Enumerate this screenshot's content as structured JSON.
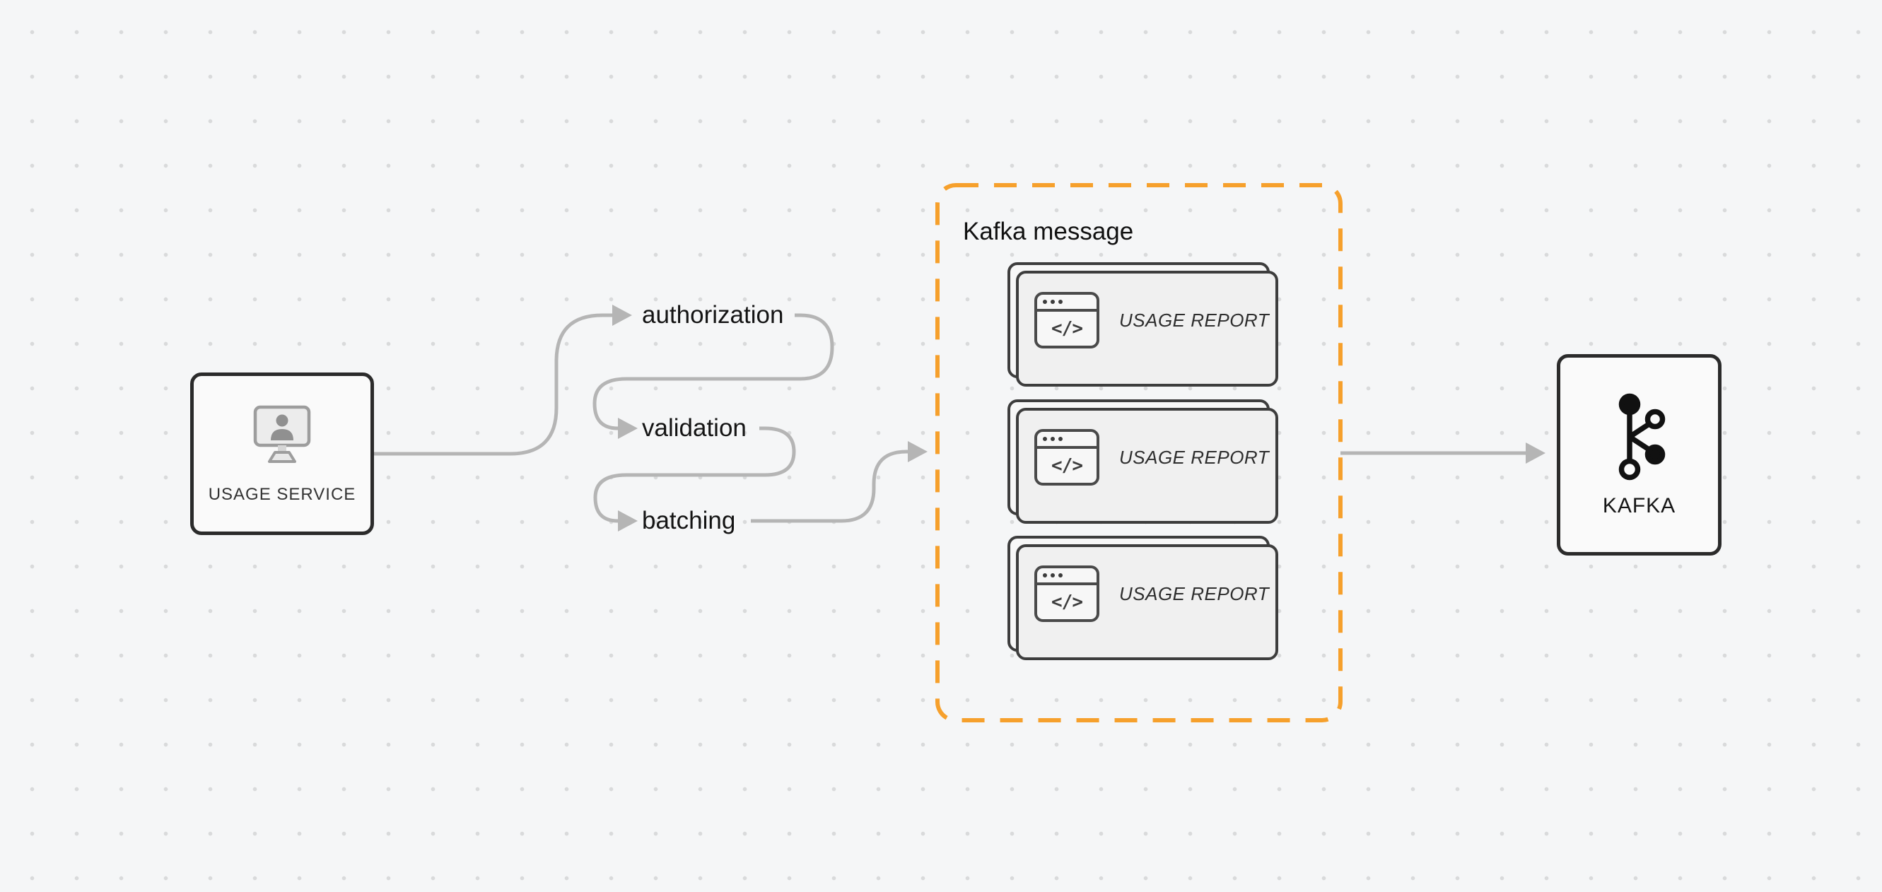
{
  "canvas": {
    "background_color": "#f5f6f7",
    "dot_color": "#d9dadb"
  },
  "usage_service": {
    "label": "USAGE SERVICE",
    "icon": "user-monitor-icon"
  },
  "pipeline_steps": [
    {
      "label": "authorization"
    },
    {
      "label": "validation"
    },
    {
      "label": "batching"
    }
  ],
  "kafka_group": {
    "title": "Kafka message",
    "reports": [
      {
        "label": "USAGE REPORT",
        "icon": "browser-code-icon",
        "glyph": "</>"
      },
      {
        "label": "USAGE REPORT",
        "icon": "browser-code-icon",
        "glyph": "</>"
      },
      {
        "label": "USAGE REPORT",
        "icon": "browser-code-icon",
        "glyph": "</>"
      }
    ]
  },
  "kafka_node": {
    "label": "KAFKA",
    "icon": "kafka-logo-icon"
  },
  "colors": {
    "accent_orange": "#F6A02C",
    "arrow_gray": "#B5B5B5",
    "node_border": "#2B2B2B",
    "card_border": "#3D3D3D",
    "node_background": "#FAFAFA"
  }
}
